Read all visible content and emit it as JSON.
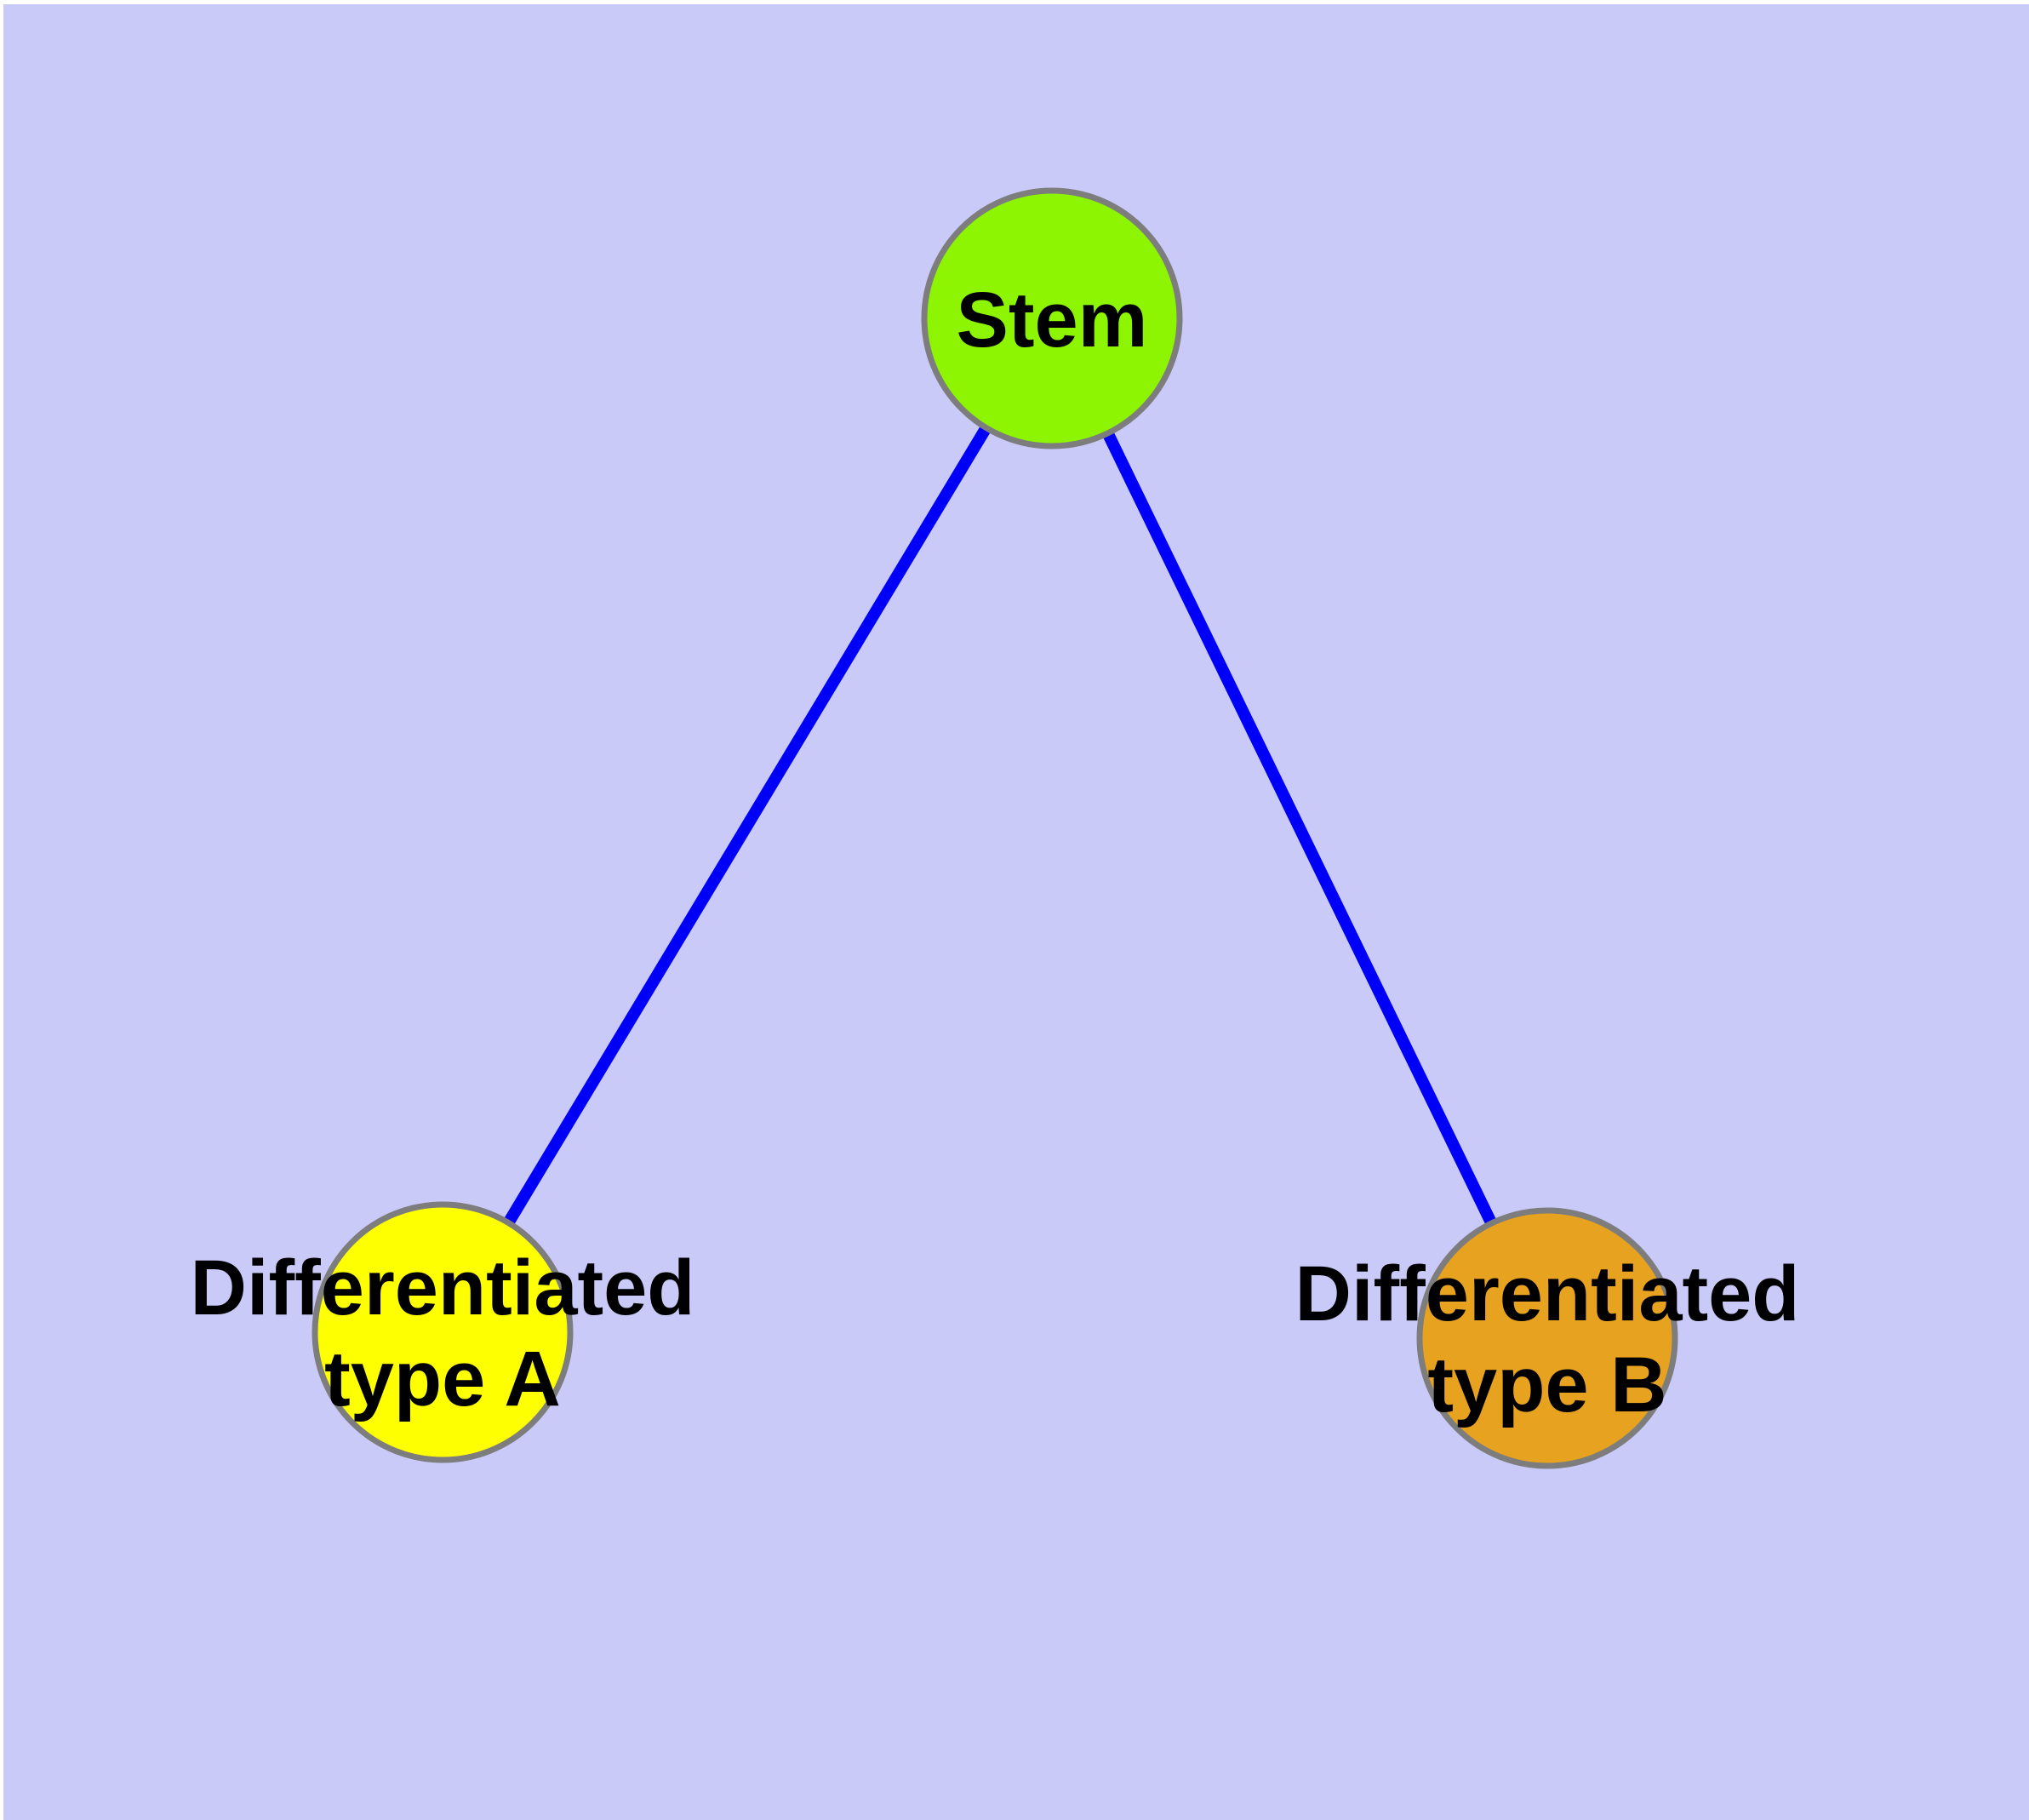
{
  "figure": {
    "background_color": "#cacaf9",
    "frame_color": "#ffffff",
    "node_style": {
      "border_color": "#7d7d7d",
      "label_color": "#000000"
    },
    "edge_style": {
      "color": "#0000f8"
    },
    "nodes": [
      {
        "id": "stem",
        "label_lines": [
          "Stem"
        ],
        "fill": "#8df402"
      },
      {
        "id": "differentiated-type-a",
        "label_lines": [
          "Differentiated",
          "type A"
        ],
        "fill": "#feff00"
      },
      {
        "id": "differentiated-type-b",
        "label_lines": [
          "Differentiated",
          "type B"
        ],
        "fill": "#e7a21f"
      }
    ],
    "edges": [
      {
        "from": "stem",
        "to": "differentiated-type-a"
      },
      {
        "from": "stem",
        "to": "differentiated-type-b"
      }
    ]
  }
}
